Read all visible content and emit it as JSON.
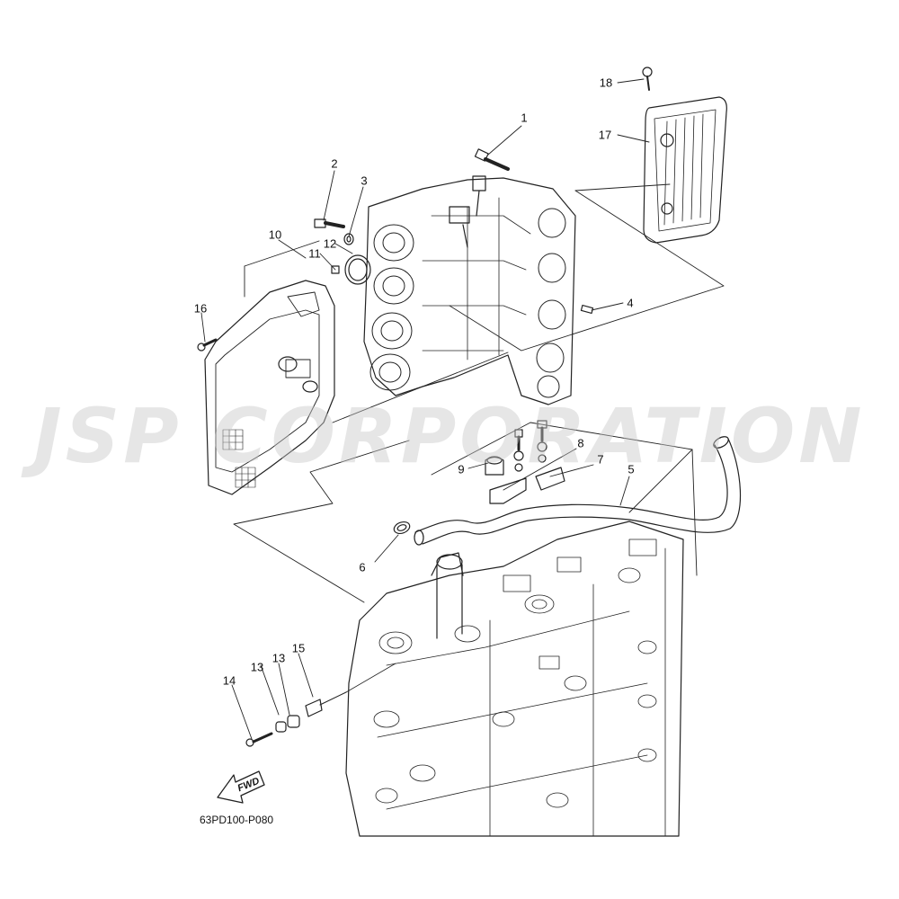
{
  "watermark": "JSP CORPORATION",
  "diagram_code": "63PD100-P080",
  "fwd_label": "FWD",
  "callouts": [
    "1",
    "2",
    "3",
    "4",
    "5",
    "6",
    "7",
    "8",
    "9",
    "10",
    "11",
    "12",
    "13",
    "13",
    "14",
    "15",
    "16",
    "17",
    "18"
  ],
  "colors": {
    "line": "#222222",
    "watermark": "#c8c8c8",
    "background": "#ffffff"
  }
}
